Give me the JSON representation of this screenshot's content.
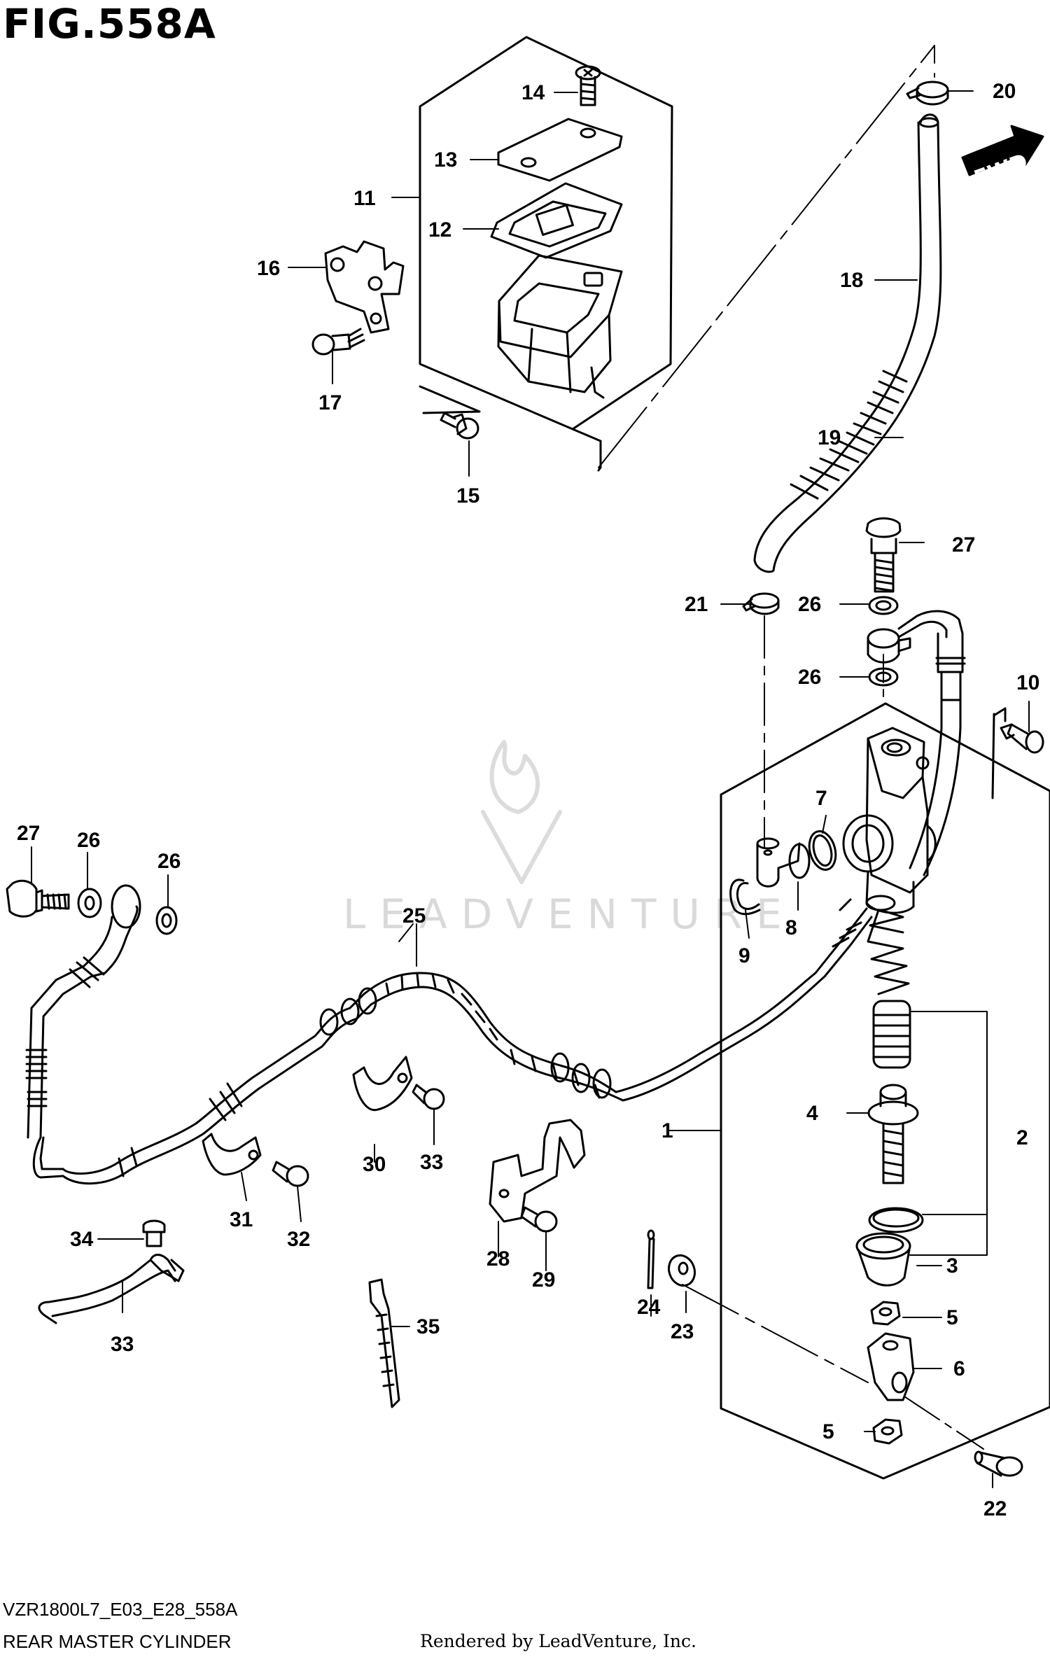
{
  "title": "FIG.558A",
  "model_code": "VZR1800L7_E03_E28_558A",
  "caption": "REAR MASTER CYLINDER",
  "rendered_by": "Rendered by LeadVenture, Inc.",
  "watermark": "LEADVENTURE",
  "direction_label": "FWD",
  "callouts": [
    "1",
    "2",
    "3",
    "4",
    "5",
    "5",
    "6",
    "7",
    "8",
    "9",
    "10",
    "11",
    "12",
    "13",
    "14",
    "15",
    "16",
    "17",
    "18",
    "19",
    "20",
    "21",
    "22",
    "23",
    "24",
    "25",
    "26",
    "26",
    "26",
    "27",
    "27",
    "28",
    "29",
    "30",
    "31",
    "32",
    "33",
    "33",
    "34",
    "35"
  ]
}
